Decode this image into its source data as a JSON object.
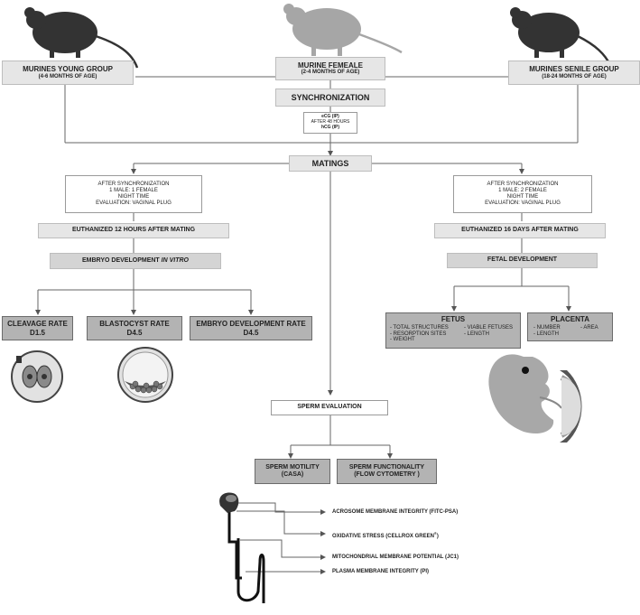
{
  "groups": {
    "young": {
      "title": "MURINES YOUNG GROUP",
      "age": "(4-6 MONTHS OF AGE)"
    },
    "female": {
      "title": "MURINE FEMEALE",
      "age": "(2-4 MONTHS OF AGE)"
    },
    "senile": {
      "title": "MURINES SENILE GROUP",
      "age": "(18-24 MONTHS OF AGE)"
    }
  },
  "synchronization": {
    "title": "SYNCHRONIZATION",
    "line1": "eCG (IP)",
    "line2": "AFTER 48 HOURS",
    "line3": "hCG (IP)"
  },
  "matings": "MATINGS",
  "left_protocol": {
    "line1": "AFTER SYNCHRONIZATION",
    "line2": "1 MALE: 1 FEMALE",
    "line3": "NIGHT TIME",
    "line4": "EVALUATION: VAGINAL PLUG"
  },
  "right_protocol": {
    "line1": "AFTER SYNCHRONIZATION",
    "line2": "1 MALE: 2 FEMALE",
    "line3": "NIGHT TIME",
    "line4": "EVALUATION: VAGINAL PLUG"
  },
  "euthanized_left": "EUTHANIZED 12 HOURS AFTER MATING",
  "euthanized_right": "EUTHANIZED 16 DAYS AFTER MATING",
  "embryo_dev": {
    "prefix": "EMBRYO DEVELOPMENT ",
    "italic": "IN VITRO"
  },
  "fetal_dev": "FETAL DEVELOPMENT",
  "cleavage": {
    "title": "CLEAVAGE RATE",
    "day": "D1.5"
  },
  "blastocyst": {
    "title": "BLASTOCYST RATE",
    "day": "D4.5"
  },
  "embryo_rate": {
    "title": "EMBRYO DEVELOPMENT RATE",
    "day": "D4.5"
  },
  "fetus": {
    "title": "FETUS",
    "c1": [
      "- TOTAL STRUCTURES",
      "- RESORPTION SITES",
      "- WEIGHT"
    ],
    "c2": [
      "- VIABLE FETUSES",
      "- LENGTH"
    ]
  },
  "placenta": {
    "title": "PLACENTA",
    "c1": [
      "- NUMBER",
      "- LENGTH"
    ],
    "c2": [
      "- AREA"
    ]
  },
  "sperm_eval": "SPERM EVALUATION",
  "motility": {
    "title": "SPERM MOTILITY",
    "sub": "(CASA)"
  },
  "functionality": {
    "title": "SPERM FUNCTIONALITY",
    "sub": "(FLOW CYTOMETRY )"
  },
  "sperm_labels": [
    "ACROSOME MEMBRANE INTEGRITY (FITC-PSA)",
    "OXIDATIVE STRESS (CELLROX GREEN",
    "MITOCHONDRIAL MEMBRANE POTENTIAL (JC1)",
    "PLASMA MEMBRANE INTEGRITY (PI)"
  ],
  "trademark": "®"
}
